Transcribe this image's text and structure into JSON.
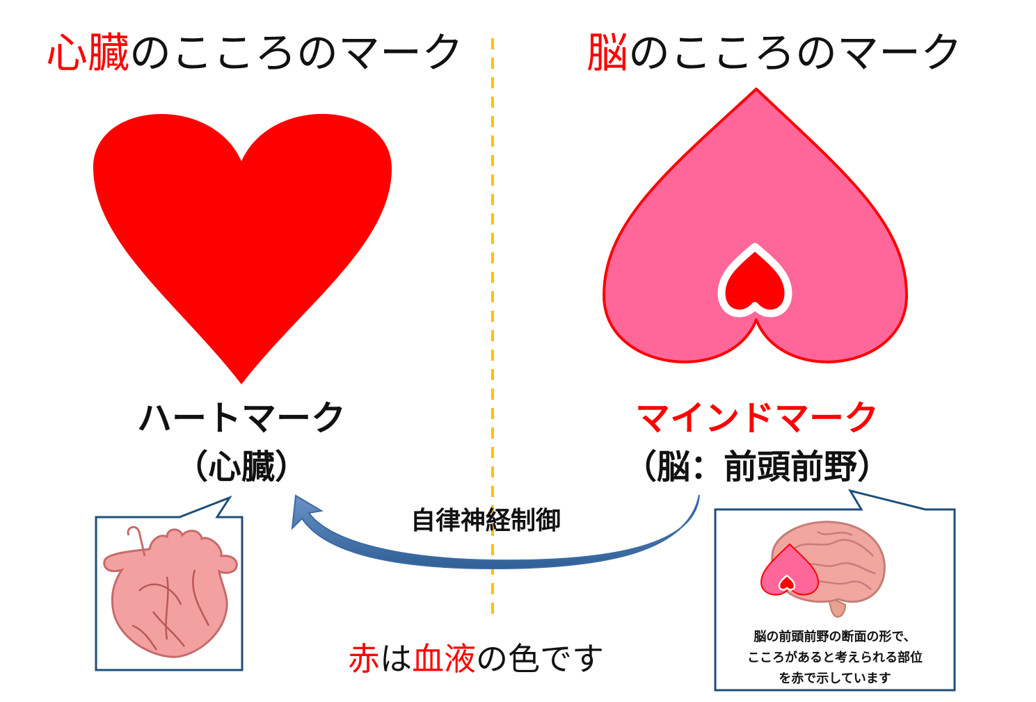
{
  "left": {
    "title_red": "心臓",
    "title_rest": "のこころのマーク",
    "mark_label": "ハートマーク",
    "mark_sub": "（心臓）"
  },
  "right": {
    "title_red": "脳",
    "title_rest": "のこころのマーク",
    "mark_label": "マインドマーク",
    "mark_sub": "（脳：前頭前野）",
    "note_lines": [
      "脳の前頭前野の断面の形で、",
      "こころがあると考えられる部位",
      "を赤で示しています"
    ]
  },
  "arrow_label": "自律神経制御",
  "bottom": {
    "part1_red": "赤",
    "part2": "は",
    "part3_red": "血液",
    "part4": "の色です"
  },
  "colors": {
    "heart_red": "#ff0000",
    "mind_pink": "#ff6699",
    "divider": "#ffc000",
    "arrow_blue": "#4f81bd",
    "callout_border": "#1f4e79"
  }
}
